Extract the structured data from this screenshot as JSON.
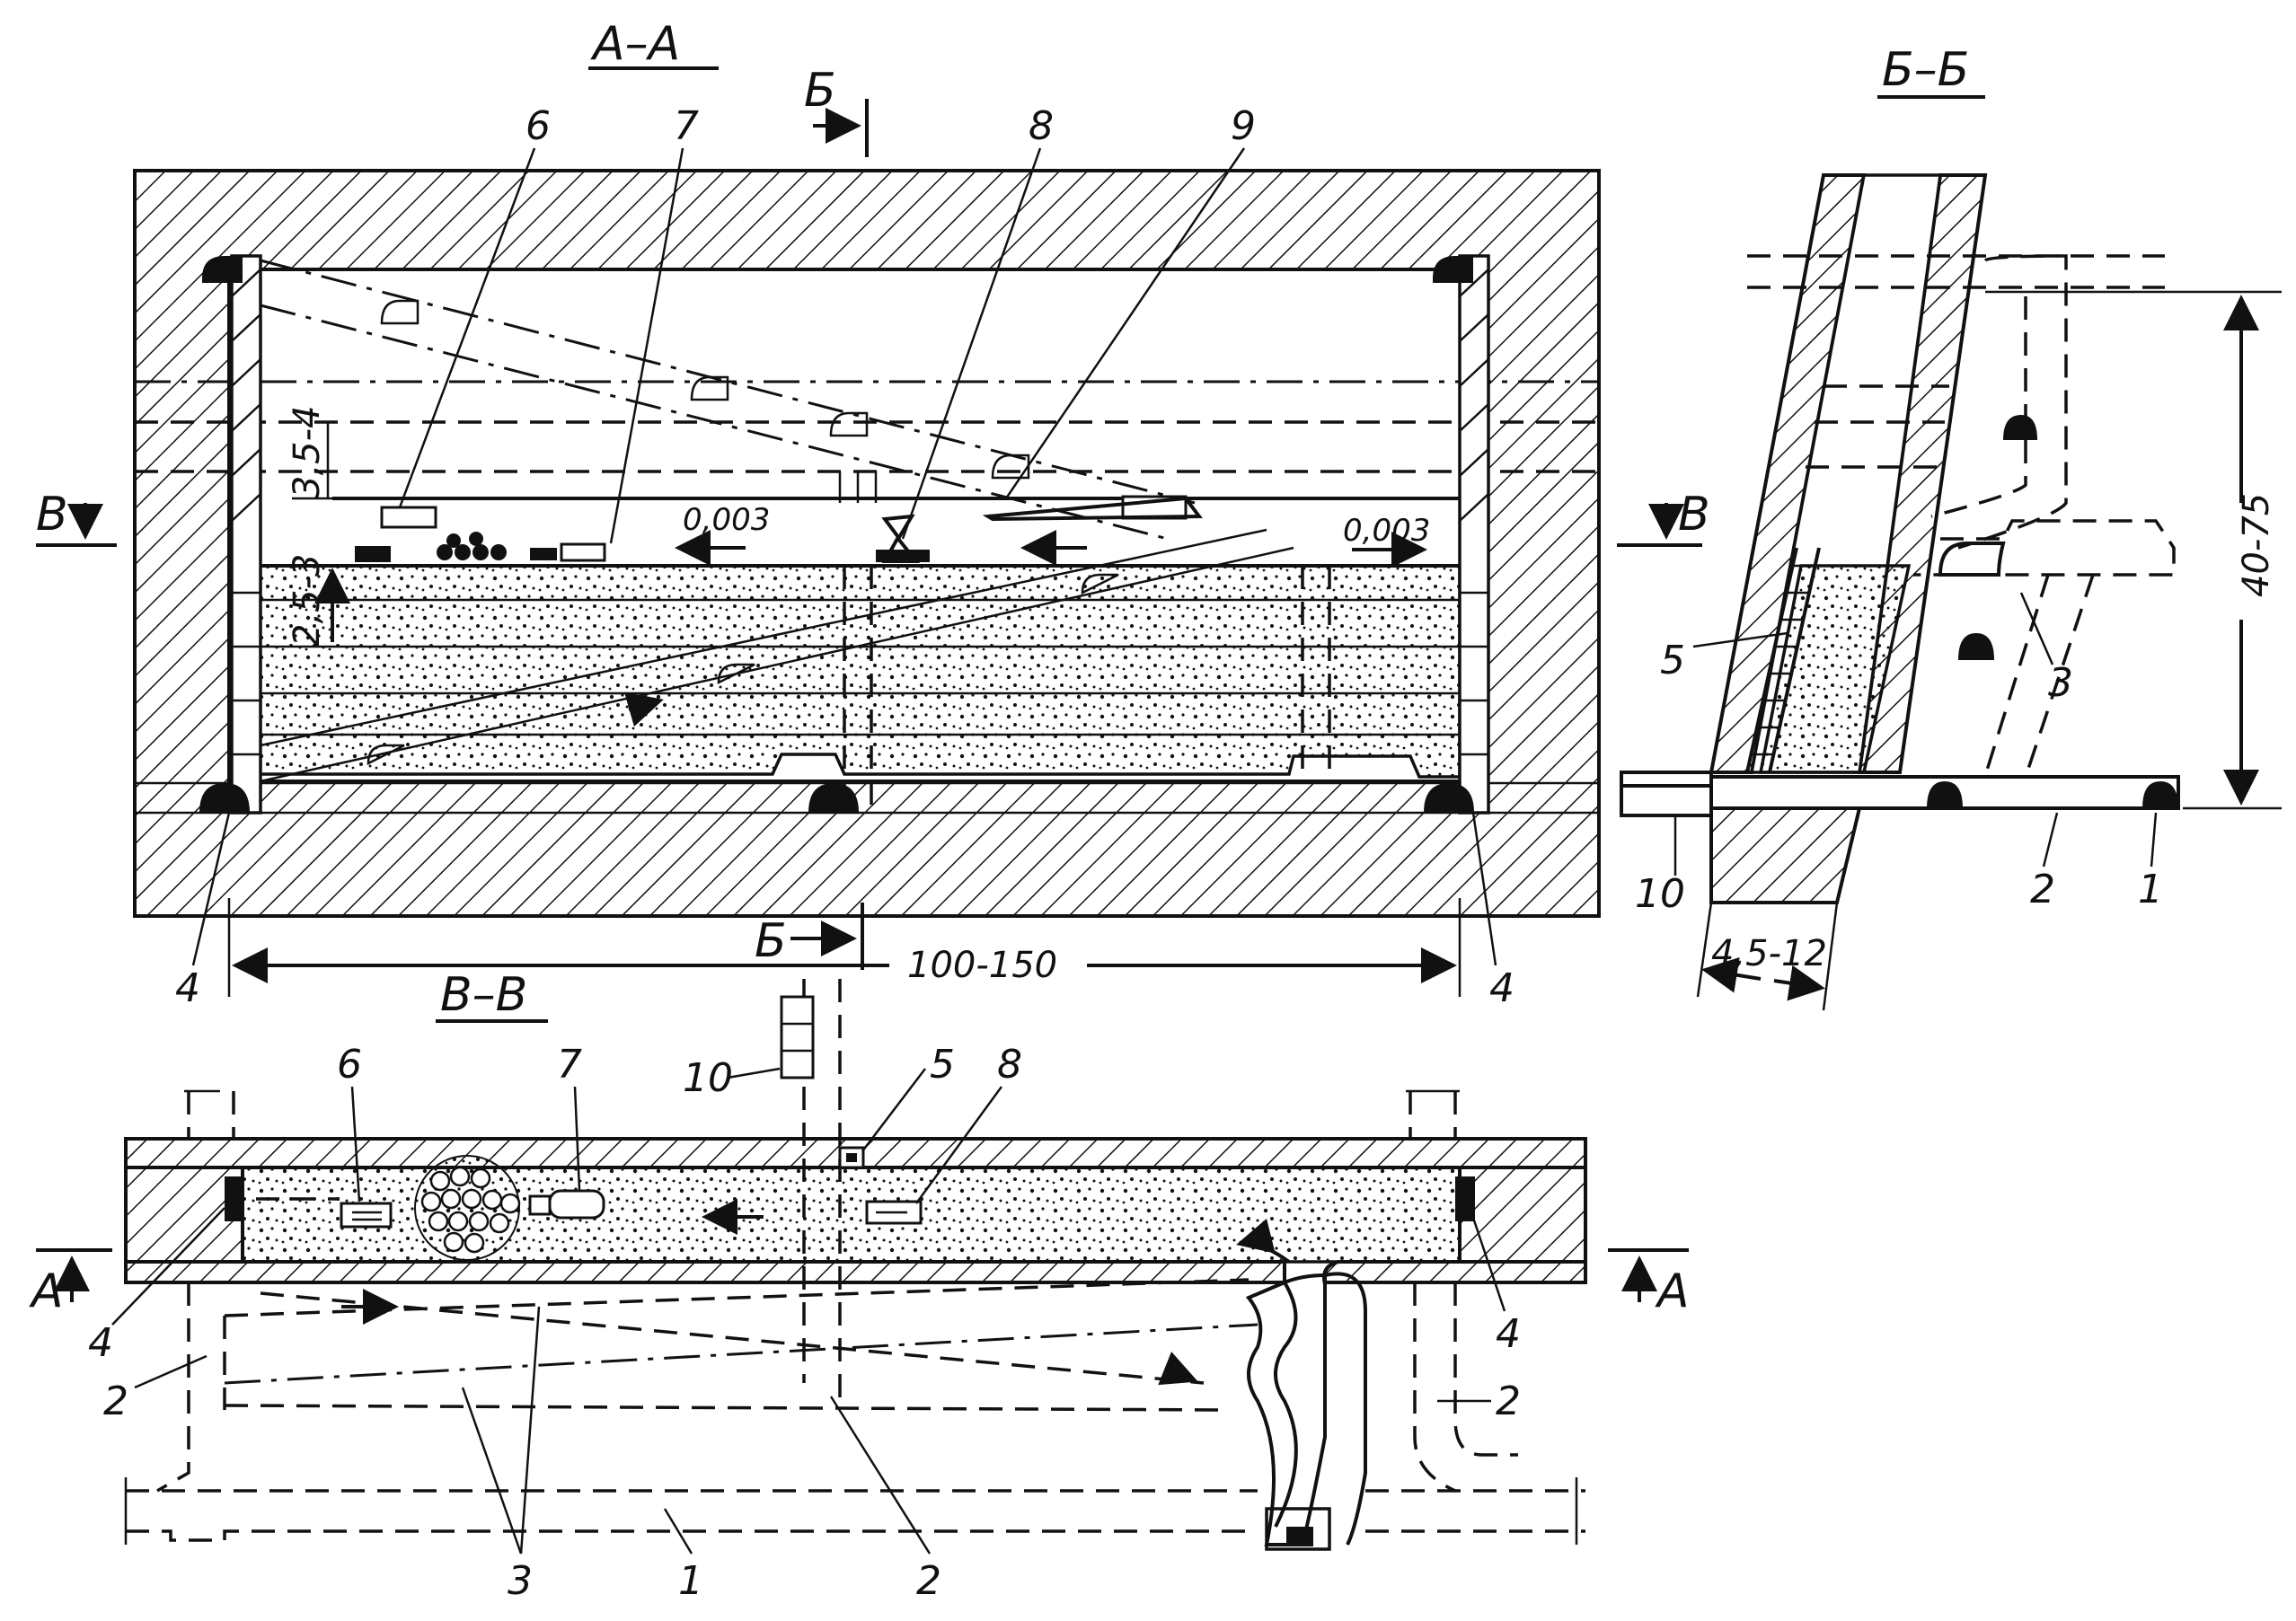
{
  "sections": {
    "aa": "А–А",
    "bb": "Б–Б",
    "vv": "В–В"
  },
  "cut_marks": {
    "b_top": "Б",
    "b_bottom": "Б",
    "v_left": "В",
    "v_right": "В",
    "a_left": "А",
    "a_right": "А"
  },
  "labels_aa": {
    "n6": "6",
    "n7": "7",
    "n8": "8",
    "n9": "9",
    "n4_left": "4",
    "n4_right": "4"
  },
  "labels_bb": {
    "n5": "5",
    "n3": "3",
    "n10": "10",
    "n2": "2",
    "n1": "1"
  },
  "labels_vv": {
    "n6": "6",
    "n7": "7",
    "n10": "10",
    "n5": "5",
    "n8": "8",
    "n4_left": "4",
    "n4_right": "4",
    "n2_left": "2",
    "n2_right": "2",
    "n2_bottom": "2",
    "n3": "3",
    "n1": "1"
  },
  "dimensions": {
    "slice_height": "3,5-4",
    "lift_height": "2,5-3",
    "block_length": "100-150",
    "block_height": "40-75",
    "ore_thickness": "4,5-12"
  },
  "gradients": {
    "left": "0,003",
    "right": "0,003"
  },
  "colors": {
    "ink": "#111111",
    "paper": "#ffffff"
  }
}
